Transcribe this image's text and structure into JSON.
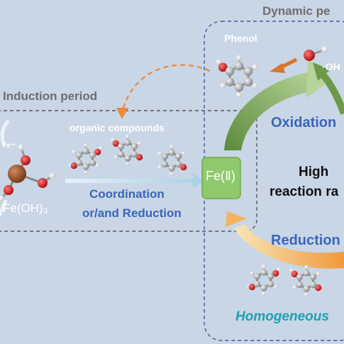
{
  "labels": {
    "dynamic_period": "Dynamic pe",
    "phenol": "Phenol",
    "hydroxyl_radical": "·OH",
    "induction_period": "Induction period",
    "organic_compounds": "organic compounds",
    "oxidation": "Oxidation",
    "fe3": "Fe³⁺",
    "fe2": "Fe(Ⅱ)",
    "high": "High",
    "reaction_rate": "reaction ra",
    "coordination": "Coordination",
    "or_and_reduction": "or/and Reduction",
    "fe_oh_3": "Fe(OH)₃",
    "reduction": "Reduction",
    "homogeneous": "Homogeneous"
  },
  "colors": {
    "background": "#c9d6e6",
    "blue_text": "#3a66b8",
    "gray_text": "#6e6e6e",
    "teal_text": "#1f9fb5",
    "fe2_box": "#8fc96b",
    "green_arrow": "#6c9a4a",
    "orange_arrow": "#f0a24a",
    "dashed_orange": "#ea8a3a",
    "iron_atom": "#a0522d",
    "oxygen_atom": "#d42020"
  },
  "icons": [
    "phenol-molecule-icon",
    "water-oh-molecule-icon",
    "fe-oh3-molecule-icon",
    "organic-molecule-icon"
  ]
}
